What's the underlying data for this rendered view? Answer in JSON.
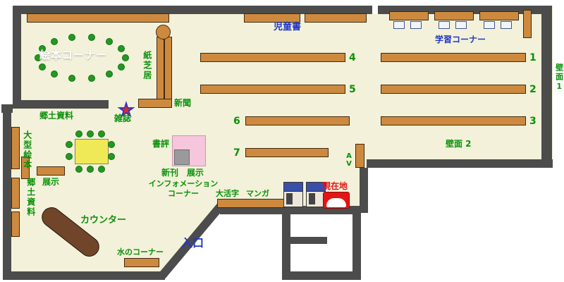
{
  "map": {
    "labels": {
      "ehon_corner": "絵本コーナー",
      "kamishibai": "紙芝居",
      "children_books": "児童書",
      "study_corner": "学習コーナー",
      "wall1": "壁面1",
      "wall2": "壁面 2",
      "newspaper": "新聞",
      "magazine": "雑誌",
      "local_materials_top": "郷土資料",
      "large_picture_books": "大型絵本",
      "display_shelf": "展示",
      "book_review": "書評",
      "new_books": "新刊",
      "display_case": "展示",
      "info_line1": "インフォメーション",
      "info_line2": "コーナー",
      "large_print": "大活字",
      "manga": "マンガ",
      "current_location": "現在地",
      "counter": "カウンター",
      "water_corner": "水のコーナー",
      "entrance": "入口",
      "local_materials_left": "郷土資料",
      "av": "AV"
    },
    "numbers": {
      "n1": "1",
      "n2": "2",
      "n3": "3",
      "n4": "4",
      "n5": "5",
      "n6": "6",
      "n7": "7"
    },
    "colors": {
      "wall": "#4c4c4c",
      "floor": "#f3f1d9",
      "shelf": "#cd8a3f",
      "label_green": "#0a910a",
      "label_blue": "#2236c4",
      "label_red": "#e31515",
      "table_yellow": "#efe957",
      "display_pink": "#f6c6dc",
      "counter_brown": "#70452a"
    }
  }
}
